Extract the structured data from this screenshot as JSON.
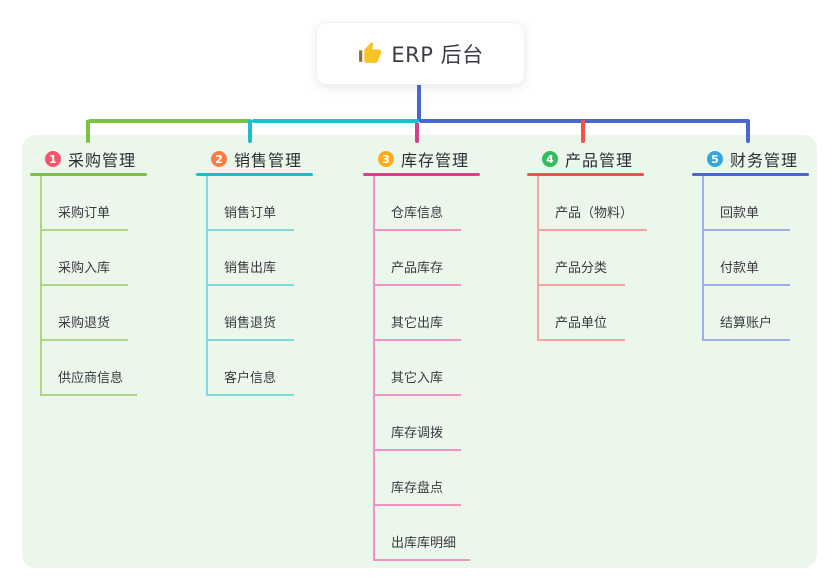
{
  "root": {
    "label": "ERP 后台",
    "icon": "thumbs-up-icon"
  },
  "branches": [
    {
      "num": "1",
      "label": "采购管理",
      "children": [
        "采购订单",
        "采购入库",
        "采购退货",
        "供应商信息"
      ]
    },
    {
      "num": "2",
      "label": "销售管理",
      "children": [
        "销售订单",
        "销售出库",
        "销售退货",
        "客户信息"
      ]
    },
    {
      "num": "3",
      "label": "库存管理",
      "children": [
        "仓库信息",
        "产品库存",
        "其它出库",
        "其它入库",
        "库存调拨",
        "库存盘点",
        "出库库明细"
      ]
    },
    {
      "num": "4",
      "label": "产品管理",
      "children": [
        "产品（物料）",
        "产品分类",
        "产品单位"
      ]
    },
    {
      "num": "5",
      "label": "财务管理",
      "children": [
        "回款单",
        "付款单",
        "结算账户"
      ]
    }
  ],
  "colors": {
    "panel_bg": "#ecf7eb",
    "root_connector": "#4a66d2",
    "branch1": {
      "badge": "#f2566b",
      "line": "#7cc242",
      "subline": "#aed688"
    },
    "branch2": {
      "badge": "#f97c45",
      "line": "#1bbfc9",
      "subline": "#84d8dc"
    },
    "branch3": {
      "badge": "#ffab1c",
      "line": "#d6408f",
      "subline": "#f193c3"
    },
    "branch4": {
      "badge": "#33bd5c",
      "line": "#f4504d",
      "subline": "#f7a4a2"
    },
    "branch5": {
      "badge": "#32a6dd",
      "line": "#4a66d2",
      "subline": "#9dafe8"
    }
  }
}
